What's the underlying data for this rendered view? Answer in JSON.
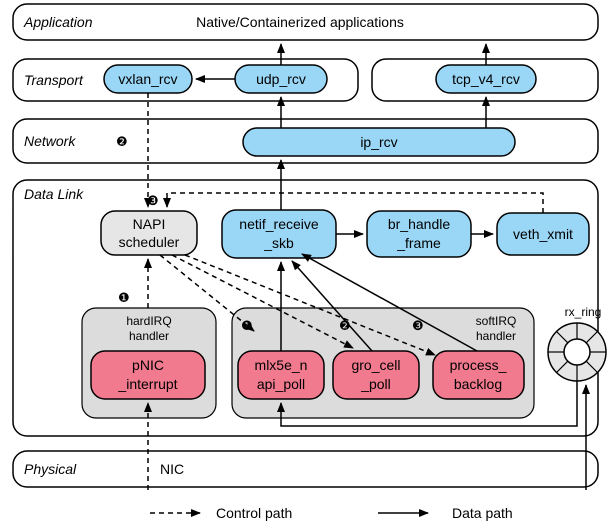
{
  "colors": {
    "blue_node": "#9ad6f5",
    "red_node": "#f27a8e",
    "gray_node": "#e6e6e6",
    "group_fill": "#dcdcdc",
    "stroke": "#000000"
  },
  "layers": {
    "application": "Application",
    "transport": "Transport",
    "network": "Network",
    "data_link": "Data Link",
    "physical": "Physical"
  },
  "application_text": "Native/Containerized applications",
  "nic_text": "NIC",
  "nodes": {
    "vxlan_rcv": "vxlan_rcv",
    "udp_rcv": "udp_rcv",
    "tcp_v4_rcv": "tcp_v4_rcv",
    "ip_rcv": "ip_rcv",
    "napi_l1": "NAPI",
    "napi_l2": "scheduler",
    "netif_l1": "netif_receive",
    "netif_l2": "_skb",
    "br_l1": "br_handle",
    "br_l2": "_frame",
    "veth_xmit": "veth_xmit",
    "pnic_l1": "pNIC",
    "pnic_l2": "_interrupt",
    "mlx_l1": "mlx5e_n",
    "mlx_l2": "api_poll",
    "gro_l1": "gro_cell",
    "gro_l2": "_poll",
    "proc_l1": "process_",
    "proc_l2": "backlog"
  },
  "groups": {
    "hardirq_l1": "hardIRQ",
    "hardirq_l2": "handler",
    "softirq_l1": "softIRQ",
    "softirq_l2": "handler",
    "rx_ring": "rx_ring"
  },
  "markers": {
    "m2_network": "❷",
    "m3_datalink": "❸",
    "m1_left": "❶",
    "m1_soft": "❶",
    "m2_soft": "❷",
    "m3_soft": "❸"
  },
  "legend": {
    "control": "Control path",
    "data": "Data path"
  }
}
